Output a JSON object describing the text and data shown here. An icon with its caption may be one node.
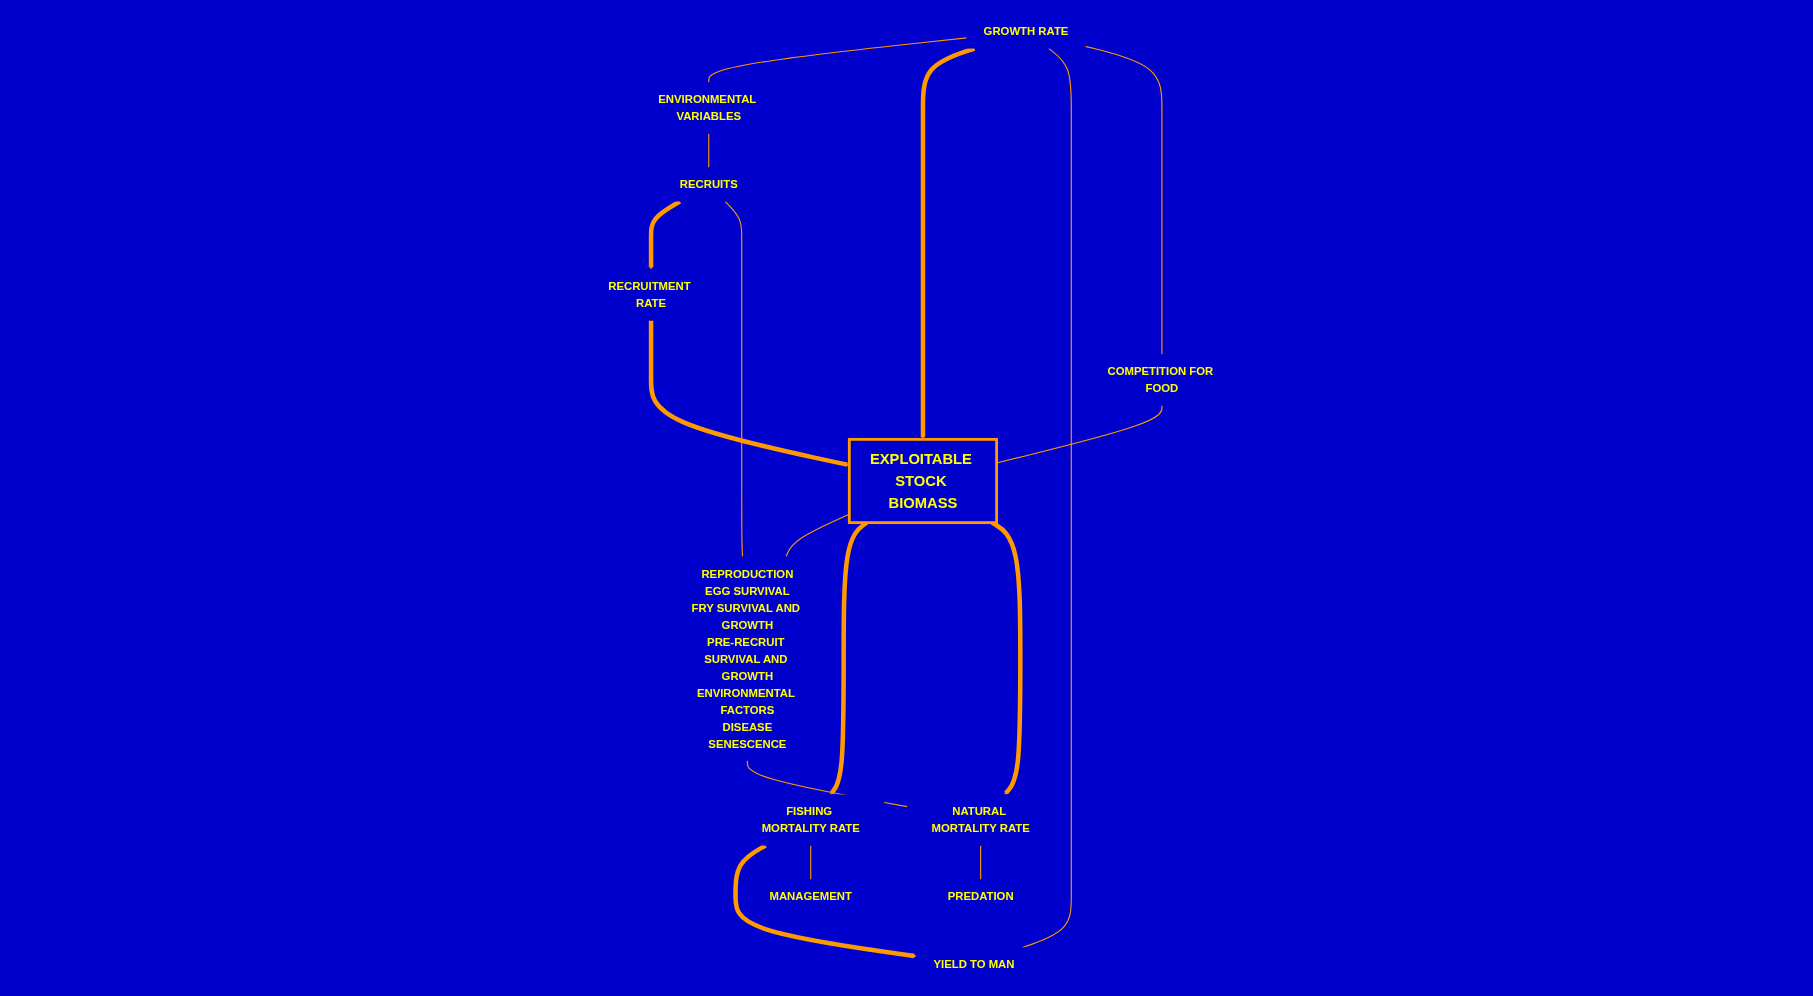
{
  "diagram": {
    "nodes": [
      {
        "text": [
          "ENVIRONMENTAL VARIABLES"
        ]
      },
      {
        "text": [
          "RECRUITS"
        ]
      },
      {
        "text": [
          "GROWTH RATE"
        ]
      },
      {
        "text": [
          "RECRUITMENT RATE"
        ]
      },
      {
        "text": [
          "REPRODUCTION",
          "EGG SURVIVAL",
          "FRY SURVIVAL AND GROWTH",
          "PRE-RECRUIT SURVIVAL AND GROWTH",
          "ENVIRONMENTAL FACTORS",
          "DISEASE",
          "SENESCENCE"
        ]
      },
      {
        "text": [
          "COMPETITION FOR FOOD"
        ]
      },
      {
        "text": [
          "EXPLOITABLE STOCK BIOMASS"
        ]
      },
      {
        "text": [
          "YIELD TO MAN"
        ]
      },
      {
        "text": [
          "FISHING MORTALITY RATE"
        ]
      },
      {
        "text": [
          "NATURAL MORTALITY RATE"
        ]
      },
      {
        "text": [
          "MANAGEMENT"
        ]
      },
      {
        "text": [
          "PREDATION"
        ]
      }
    ],
    "edges": [
      {
        "from": 2,
        "to": 0,
        "arrow": "none"
      },
      {
        "from": 0,
        "to": 1,
        "arrow": "none"
      },
      {
        "from": 1,
        "to": 3,
        "arrow": "to",
        "style": "thick"
      },
      {
        "from": 1,
        "to": 4,
        "arrow": "none"
      },
      {
        "from": 2,
        "to": 6,
        "arrow": "to",
        "style": "thick"
      },
      {
        "from": 3,
        "to": 6,
        "arrow": "to",
        "style": "thick"
      },
      {
        "from": 2,
        "to": 7,
        "arrow": "none"
      },
      {
        "from": 2,
        "to": 5,
        "arrow": "none"
      },
      {
        "from": 5,
        "to": 6,
        "arrow": "none"
      },
      {
        "from": 6,
        "to": 4,
        "arrow": "none"
      },
      {
        "from": 6,
        "to": 8,
        "arrow": "to",
        "style": "thick"
      },
      {
        "from": 6,
        "to": 9,
        "arrow": "to",
        "style": "thick"
      },
      {
        "from": 8,
        "to": 7,
        "arrow": "to",
        "style": "thick"
      },
      {
        "from": 8,
        "to": 10,
        "arrow": "none"
      },
      {
        "from": 4,
        "to": 9,
        "arrow": "none"
      },
      {
        "from": 9,
        "to": 11,
        "arrow": "none"
      }
    ]
  }
}
